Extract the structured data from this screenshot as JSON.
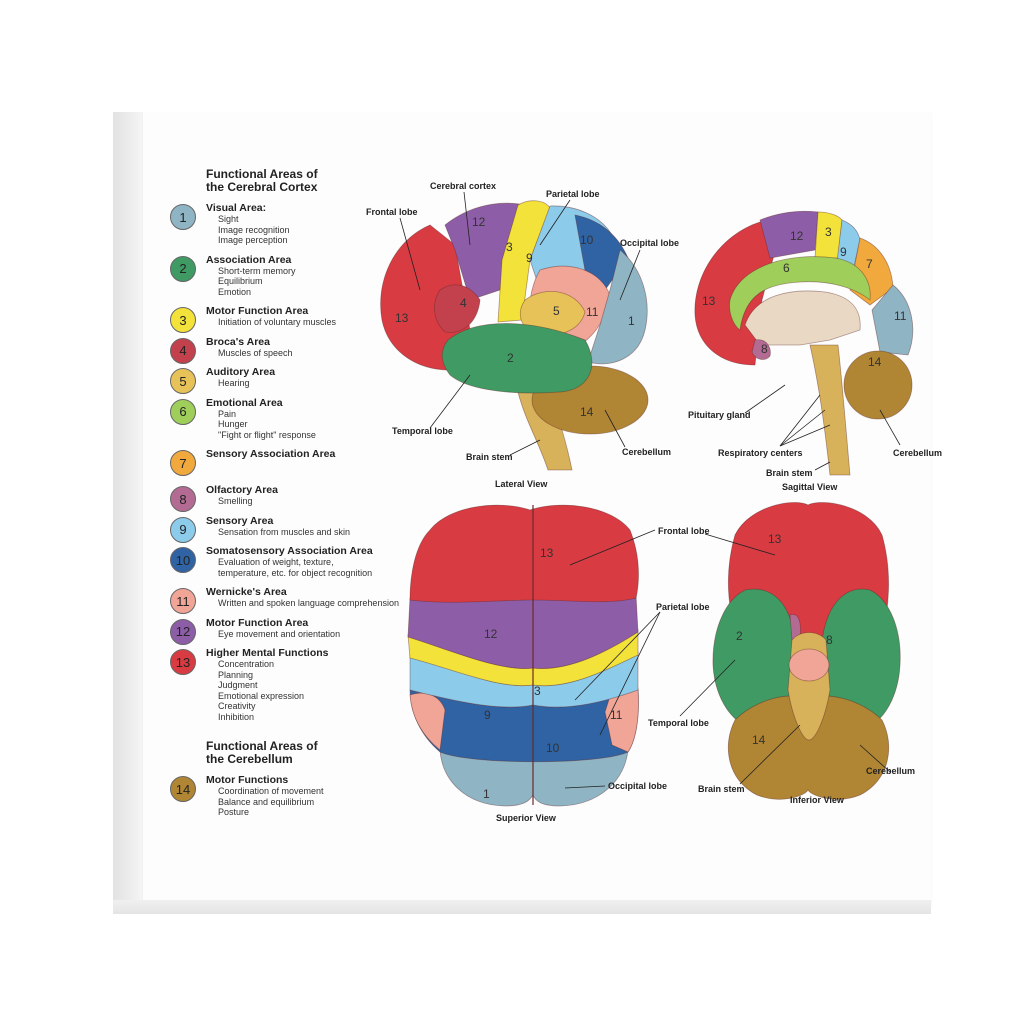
{
  "legend": {
    "cortex_heading": "Functional Areas of\nthe Cerebral Cortex",
    "cerebellum_heading": "Functional Areas of\nthe Cerebellum",
    "items": [
      {
        "num": "1",
        "color": "#8fb4c4",
        "title": "Visual Area:",
        "desc": [
          "Sight",
          "Image recognition",
          "Image perception"
        ]
      },
      {
        "num": "2",
        "color": "#3f9a63",
        "title": "Association Area",
        "desc": [
          "Short-term memory",
          "Equilibrium",
          "Emotion"
        ]
      },
      {
        "num": "3",
        "color": "#f3e23a",
        "title": "Motor Function Area",
        "desc": [
          "Initiation of voluntary muscles"
        ]
      },
      {
        "num": "4",
        "color": "#c2414d",
        "title": "Broca's Area",
        "desc": [
          "Muscles of speech"
        ]
      },
      {
        "num": "5",
        "color": "#e7c258",
        "title": "Auditory Area",
        "desc": [
          "Hearing"
        ]
      },
      {
        "num": "6",
        "color": "#9fcf5a",
        "title": "Emotional Area",
        "desc": [
          "Pain",
          "Hunger",
          "\"Fight or flight\" response"
        ]
      },
      {
        "num": "7",
        "color": "#f1a83c",
        "title": "Sensory Association Area",
        "desc": []
      },
      {
        "num": "8",
        "color": "#b36b93",
        "title": "Olfactory Area",
        "desc": [
          "Smelling"
        ]
      },
      {
        "num": "9",
        "color": "#8ccbea",
        "title": "Sensory Area",
        "desc": [
          "Sensation from muscles and skin"
        ]
      },
      {
        "num": "10",
        "color": "#2f63a4",
        "title": "Somatosensory Association Area",
        "desc": [
          "Evaluation of weight, texture,",
          "temperature, etc. for object recognition"
        ]
      },
      {
        "num": "11",
        "color": "#f0a596",
        "title": "Wernicke's Area",
        "desc": [
          "Written and spoken language comprehension"
        ]
      },
      {
        "num": "12",
        "color": "#8d5ea7",
        "title": "Motor Function Area",
        "desc": [
          "Eye movement and orientation"
        ]
      },
      {
        "num": "13",
        "color": "#d93b42",
        "title": "Higher Mental Functions",
        "desc": [
          "Concentration",
          "Planning",
          "Judgment",
          "Emotional expression",
          "Creativity",
          "Inhibition"
        ]
      },
      {
        "num": "14",
        "color": "#b08534",
        "title": "Motor Functions",
        "desc": [
          "Coordination of movement",
          "Balance and equilibrium",
          "Posture"
        ]
      }
    ]
  },
  "labels": {
    "cerebral_cortex": "Cerebral cortex",
    "parietal_lobe": "Parietal lobe",
    "frontal_lobe": "Frontal lobe",
    "occipital_lobe": "Occipital lobe",
    "temporal_lobe": "Temporal lobe",
    "brain_stem": "Brain stem",
    "cerebellum": "Cerebellum",
    "lateral_view": "Lateral View",
    "pituitary_gland": "Pituitary gland",
    "respiratory_centers": "Respiratory centers",
    "sagittal_brain_stem": "Brain stem",
    "sagittal_cerebellum": "Cerebellum",
    "sagittal_view": "Sagittal View",
    "sup_frontal_lobe": "Frontal lobe",
    "sup_parietal_lobe": "Parietal lobe",
    "sup_occipital_lobe": "Occipital lobe",
    "superior_view": "Superior View",
    "inf_temporal_lobe": "Temporal lobe",
    "inf_brain_stem": "Brain stem",
    "inf_cerebellum": "Cerebellum",
    "inferior_view": "Inferior View"
  },
  "colors": {
    "c1": "#8fb4c4",
    "c2": "#3f9a63",
    "c3": "#f3e23a",
    "c4": "#c2414d",
    "c5": "#e7c258",
    "c6": "#9fcf5a",
    "c7": "#f1a83c",
    "c8": "#b36b93",
    "c9": "#8ccbea",
    "c10": "#2f63a4",
    "c11": "#f0a596",
    "c12": "#8d5ea7",
    "c13": "#d93b42",
    "c14": "#b08534",
    "stem": "#d7b25a",
    "tissue": "#e9d9c4"
  }
}
